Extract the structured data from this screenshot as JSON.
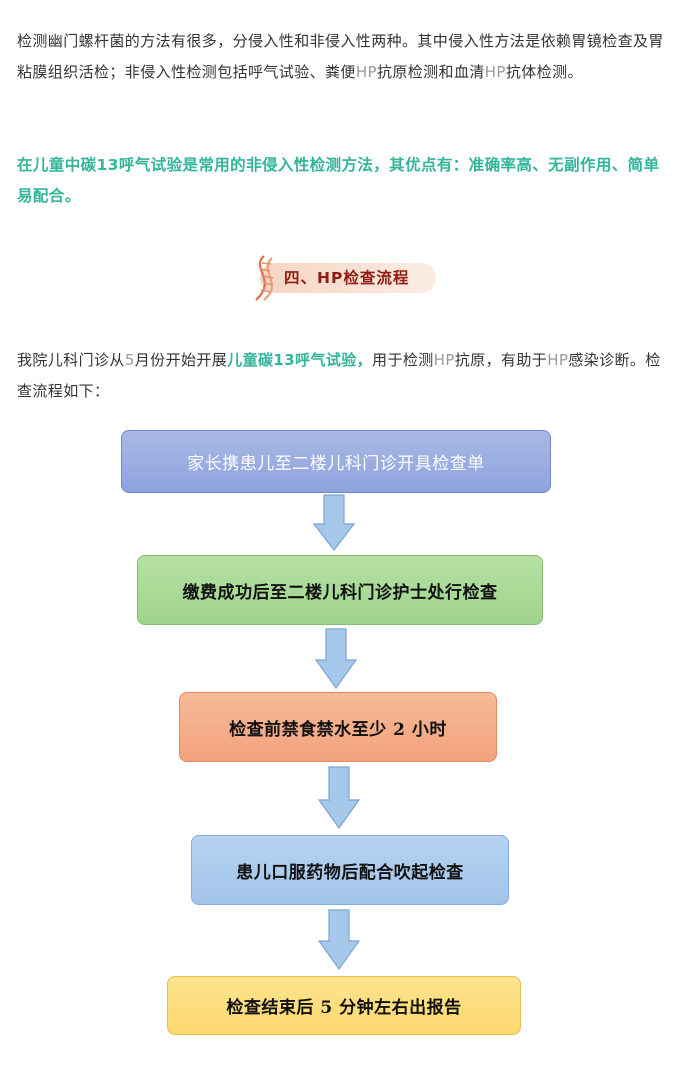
{
  "intro": {
    "text_a": "检测幽门螺杆菌的方法有很多，分侵入性和非侵入性两种。其中侵入性方法是依赖胃镜检查及胃粘膜组织活检；非侵入性检测包括呼气试验、粪便",
    "hp1": "HP",
    "text_b": "抗原检测和血清",
    "hp2": "HP",
    "text_c": "抗体检测。"
  },
  "highlight": "在儿童中碳13呼气试验是常用的非侵入性检测方法，其优点有：准确率高、无副作用、简单易配合。",
  "section": {
    "title": "四、HP检查流程",
    "icon": "dna-helix-icon",
    "pill_color": "#f8dccb",
    "title_color": "#8e1c12"
  },
  "process_intro": {
    "text_a": "我院儿科门诊从",
    "num": "5",
    "text_b": "月份开始开展",
    "highlight": "儿童碳13呼气试验，",
    "text_c": "用于检测",
    "hp1": "HP",
    "text_d": "抗原，有助于",
    "hp2": "HP",
    "text_e": "感染诊断。检查流程如下："
  },
  "flow": {
    "steps": [
      {
        "label": "家长携患儿至二楼儿科门诊开具检查单",
        "color": "#99ace0"
      },
      {
        "label": "缴费成功后至二楼儿科门诊护士处行检查",
        "color": "#a8d896"
      },
      {
        "label": "检查前禁食禁水至少 2 小时",
        "color": "#f4ad88"
      },
      {
        "label": "患儿口服药物后配合吹起检查",
        "color": "#aac9ec"
      },
      {
        "label": "检查结束后 5 分钟左右出报告",
        "color": "#fcde7c"
      }
    ],
    "arrow_icon": "down-arrow-icon",
    "arrow_color": "#a6c8ea"
  },
  "colors": {
    "accent_green": "#33b59a",
    "body_text": "#333333",
    "hp_gray": "#9a9a9a"
  }
}
